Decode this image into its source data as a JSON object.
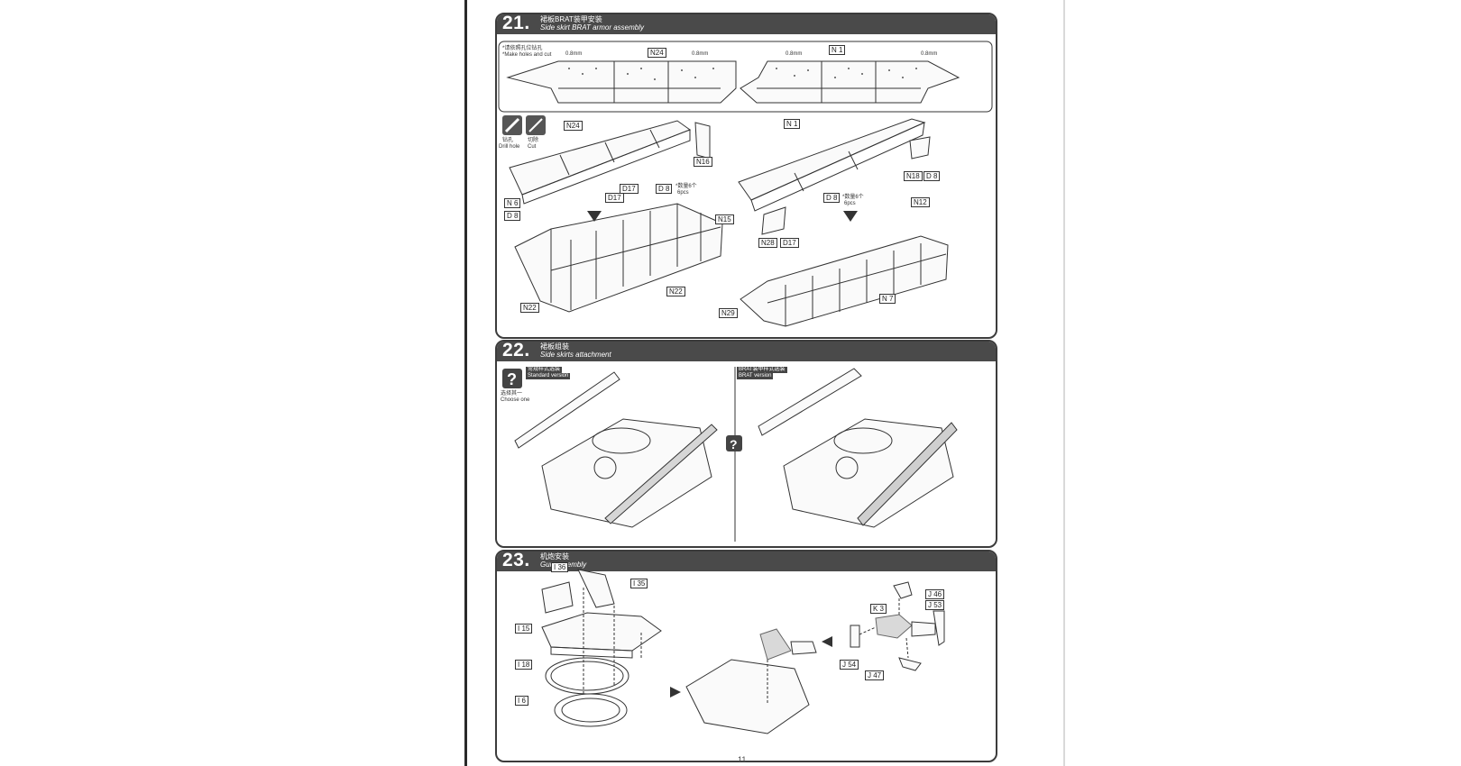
{
  "page_number": "11",
  "steps": [
    {
      "number": "21.",
      "title_cn": "裙板BRAT装甲安装",
      "title_en": "Side skirt BRAT armor assembly",
      "note_cn": "*请依照孔位钻孔",
      "note_en": "*Make holes and cut",
      "drill_size_1": "0.8mm",
      "drill_size_2": "0.8mm",
      "drill_size_3": "0.8mm",
      "drill_size_4": "0.8mm",
      "tool_drill_cn": "钻孔",
      "tool_drill_en": "Drill hole",
      "tool_cut_cn": "切除",
      "tool_cut_en": "Cut",
      "qty_cn_1": "*数量6个",
      "qty_en_1": "6pcs",
      "qty_cn_2": "*数量6个",
      "qty_en_2": "6pcs",
      "parts": {
        "n24_top": "N24",
        "n1_top": "N 1",
        "n24": "N24",
        "n16": "N16",
        "d17a": "D17",
        "d17b": "D17",
        "d8a": "D 8",
        "n6": "N 6",
        "d8b": "D 8",
        "n15": "N15",
        "n22a": "N22",
        "n22b": "N22",
        "n1": "N 1",
        "n18": "N18",
        "d8c": "D 8",
        "d8d": "D 8",
        "n12": "N12",
        "n28": "N28",
        "d17c": "D17",
        "n7": "N 7",
        "n29": "N29"
      }
    },
    {
      "number": "22.",
      "title_cn": "裙板组装",
      "title_en": "Side skirts attachment",
      "choose_cn": "选择其一",
      "choose_en": "Choose one",
      "standard_cn": "常规样式选装",
      "standard_en": "Standard version",
      "brat_cn": "BRAT装甲样式选装",
      "brat_en": "BRAT version"
    },
    {
      "number": "23.",
      "title_cn": "机炮安装",
      "title_en": "Gun assembly",
      "parts": {
        "i36": "I 36",
        "i35": "I 35",
        "i15": "I 15",
        "i18": "I 18",
        "i6": "I 6",
        "j46": "J 46",
        "j53": "J 53",
        "k3": "K 3",
        "j54": "J 54",
        "j47": "J 47"
      }
    }
  ]
}
